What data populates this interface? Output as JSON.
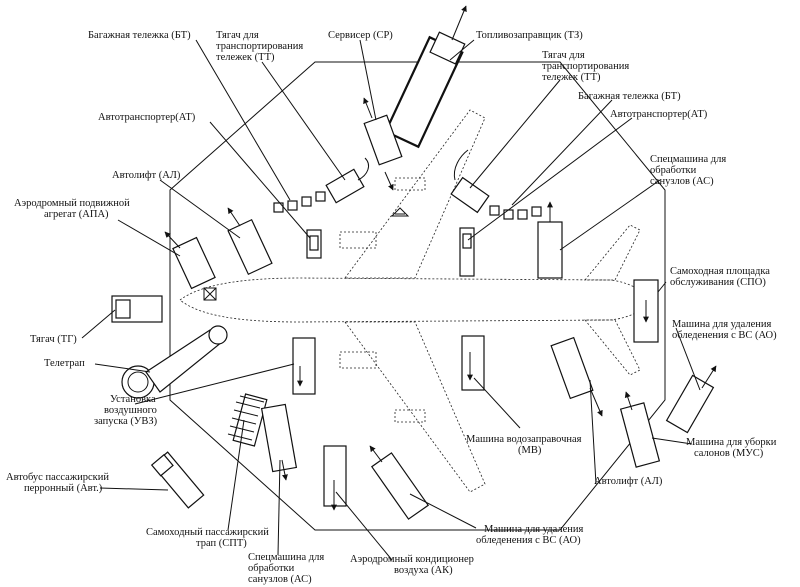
{
  "labels": {
    "bt_top": "Багажная тележка (БТ)",
    "tt_top_1": "Тягач для",
    "tt_top_2": "транспортирования",
    "tt_top_3": "тележек (ТТ)",
    "servicer": "Сервисер (СР)",
    "fuel": "Топливозаправщик (ТЗ)",
    "tt_right_1": "Тягач для",
    "tt_right_2": "транспортирования",
    "tt_right_3": "тележек (ТТ)",
    "bt_right": "Багажная тележка (БТ)",
    "at_right": "Автотранспортер(АТ)",
    "at_left": "Автотранспортер(АТ)",
    "al_left": "Автолифт (АЛ)",
    "apa_1": "Аэродромный подвижной",
    "apa_2": "агрегат (АПА)",
    "as_right_1": "Спецмашина для",
    "as_right_2": "обработки",
    "as_right_3": "санузлов (АС)",
    "spo_1": "Самоходная площадка",
    "spo_2": "обслуживания (СПО)",
    "ao_right_1": "Машина для удаления",
    "ao_right_2": "обледенения с ВС (АО)",
    "tg": "Тягач (ТГ)",
    "teletrap": "Телетрап",
    "uvz_1": "Установка",
    "uvz_2": "воздушного",
    "uvz_3": "запуска (УВЗ)",
    "mus_1": "Машина для уборки",
    "mus_2": "салонов (МУС)",
    "mv_1": "Машина водозаправочная",
    "mv_2": "(МВ)",
    "al_bottom": "Автолифт (АЛ)",
    "bus_1": "Автобус пассажирский",
    "bus_2": "перронный (Авт.)",
    "spt_1": "Самоходный пассажирский",
    "spt_2": "трап (СПТ)",
    "ao_bottom_1": "Машина для удаления",
    "ao_bottom_2": "обледенения с ВС (АО)",
    "as_bottom_1": "Спецмашина для",
    "as_bottom_2": "обработки",
    "as_bottom_3": "санузлов (АС)",
    "ak_1": "Аэродромный кондиционер",
    "ak_2": "воздуха (АК)"
  }
}
